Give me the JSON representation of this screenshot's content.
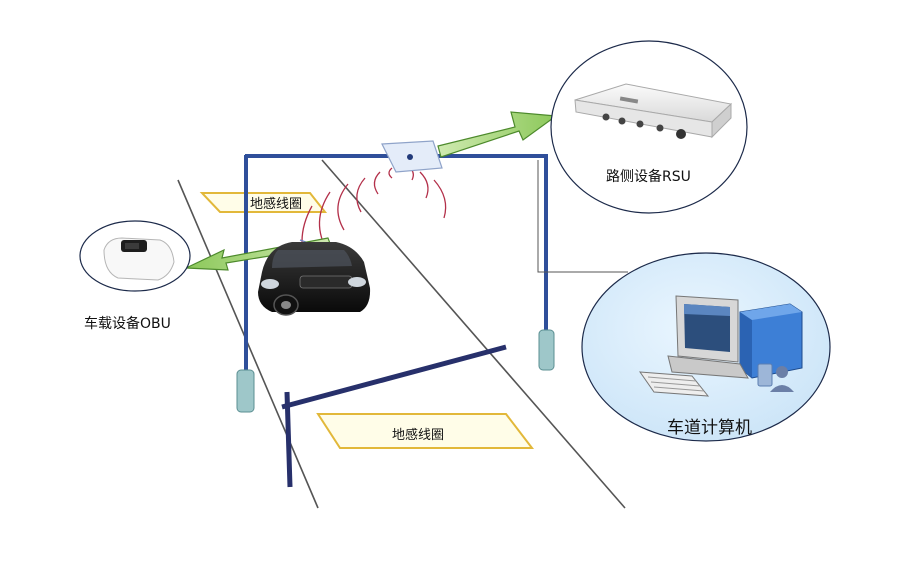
{
  "labels": {
    "rsu": "路侧设备RSU",
    "obu": "车载设备OBU",
    "lane_computer": "车道计算机",
    "loop_top": "地感线圈",
    "loop_bottom": "地感线圈"
  },
  "colors": {
    "gantry": "#2f4f9a",
    "barrier": "#27306b",
    "road_edge": "#444444",
    "loop_outline": "#e2b83a",
    "arrow_fill": "#98d468",
    "arrow_stroke": "#4d8a2c",
    "signal_waves": "#b3304a",
    "computer_circle": "#d8ecfb",
    "device_circle_stroke": "#1c2a4a",
    "car_body": "#141414"
  }
}
